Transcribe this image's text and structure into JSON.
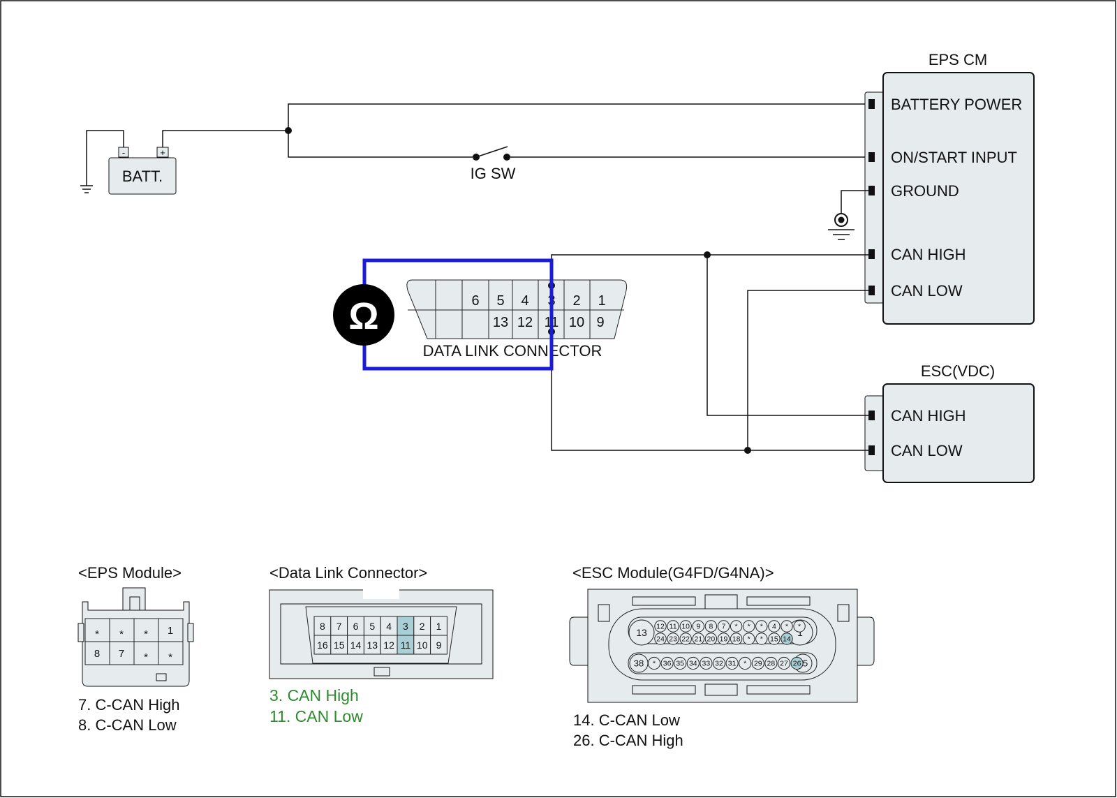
{
  "colors": {
    "module_fill": "#e6eced",
    "highlight_pin": "#a9cfd6",
    "meter_loop": "#1a1adb",
    "pin_note_green": "#2e8a2e"
  },
  "meter": {
    "symbol": "Ω",
    "icon": "ohmmeter-icon"
  },
  "battery": {
    "label": "BATT.",
    "neg": "-",
    "pos": "+"
  },
  "ig_switch": {
    "label": "IG SW"
  },
  "eps_cm": {
    "title": "EPS CM",
    "pins": [
      "BATTERY POWER",
      "ON/START INPUT",
      "GROUND",
      "CAN HIGH",
      "CAN LOW"
    ]
  },
  "esc": {
    "title": "ESC(VDC)",
    "pins": [
      "CAN HIGH",
      "CAN LOW"
    ]
  },
  "dlc": {
    "label": "DATA LINK CONNECTOR",
    "top_pins": [
      "",
      "",
      "6",
      "5",
      "4",
      "3",
      "2",
      "1"
    ],
    "bottom_pins": [
      "",
      "",
      "",
      "13",
      "12",
      "11",
      "10",
      "9"
    ]
  },
  "eps_module": {
    "title": "<EPS Module>",
    "top_pins": [
      "*",
      "*",
      "*",
      "1"
    ],
    "bottom_pins": [
      "8",
      "7",
      "*",
      "*"
    ],
    "notes": [
      "7. C-CAN High",
      "8. C-CAN Low"
    ]
  },
  "dlc_detail": {
    "title": "<Data Link Connector>",
    "top_pins": [
      "8",
      "7",
      "6",
      "5",
      "4",
      "3",
      "2",
      "1"
    ],
    "bottom_pins": [
      "16",
      "15",
      "14",
      "13",
      "12",
      "11",
      "10",
      "9"
    ],
    "notes": [
      "3. CAN High",
      "11. CAN Low"
    ]
  },
  "esc_module": {
    "title": "<ESC Module(G4FD/G4NA)>",
    "big_pins": [
      "13",
      "1",
      "38",
      "25"
    ],
    "row1": [
      "12",
      "11",
      "10",
      "9",
      "8",
      "7",
      "*",
      "*",
      "*",
      "4",
      "*",
      "*"
    ],
    "row2": [
      "24",
      "23",
      "22",
      "21",
      "20",
      "19",
      "18",
      "*",
      "*",
      "15",
      "14"
    ],
    "row3": [
      "*",
      "36",
      "35",
      "34",
      "33",
      "32",
      "31",
      "*",
      "29",
      "28",
      "27",
      "26"
    ],
    "notes": [
      "14. C-CAN Low",
      "26. C-CAN High"
    ]
  }
}
